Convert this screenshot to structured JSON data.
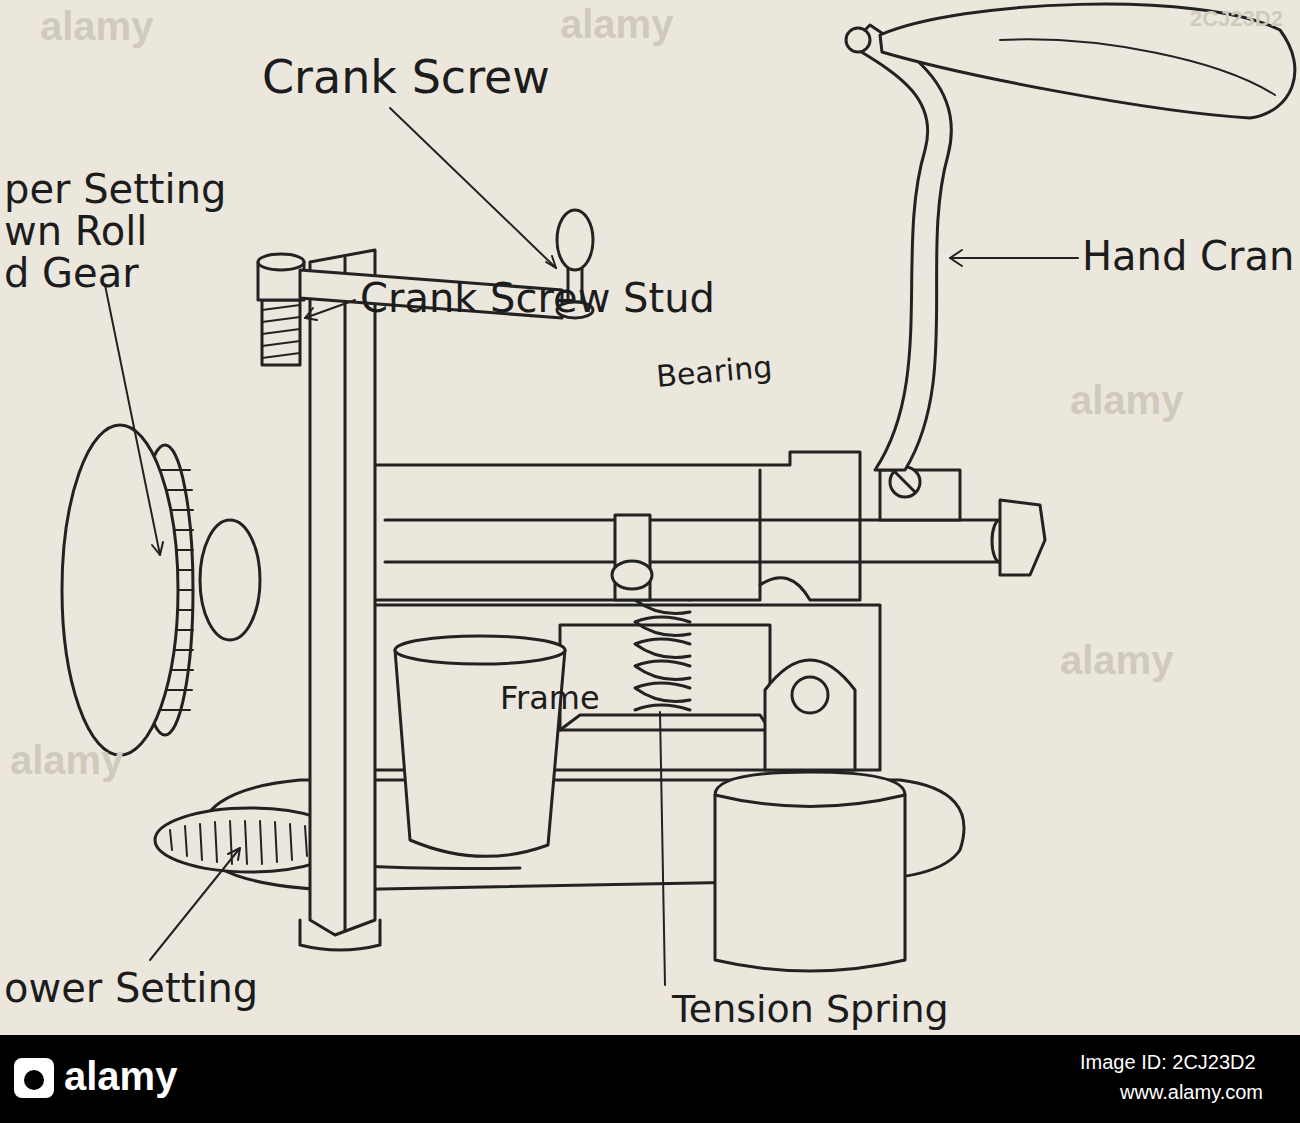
{
  "diagram": {
    "labels": [
      "Crank Screw",
      "per Setting wn Roll d Gear",
      "Hand Cran",
      "Crank Screw Stud",
      "Bearing",
      "Frame",
      "ower Setting",
      "Tension Spring",
      "alamy",
      "alamy",
      "alamy",
      "alamy",
      "alamy",
      "2CJ23D2",
      "alamy",
      "Image ID: 2CJ23D2",
      "www.alamy.com"
    ]
  }
}
